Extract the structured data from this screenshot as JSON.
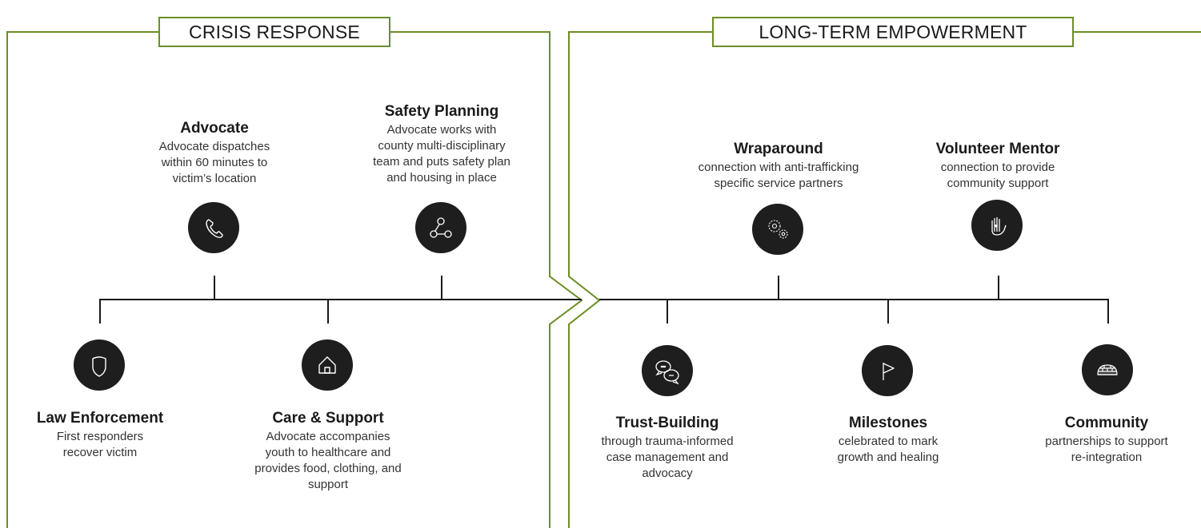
{
  "colors": {
    "frame": "#6b8e23",
    "line": "#1a1a1a",
    "icon_bg": "#1e1e1e",
    "icon_stroke": "#ffffff"
  },
  "sections": {
    "crisis": {
      "title": "CRISIS RESPONSE"
    },
    "empowerment": {
      "title": "LONG-TERM EMPOWERMENT"
    }
  },
  "items": {
    "law": {
      "title": "Law Enforcement",
      "desc": "First responders\nrecover victim",
      "icon": "shield-icon"
    },
    "advocate": {
      "title": "Advocate",
      "desc": "Advocate dispatches\nwithin 60 minutes to\nvictim’s location",
      "icon": "phone-icon"
    },
    "care": {
      "title": "Care & Support",
      "desc": "Advocate accompanies\nyouth to healthcare and\nprovides food, clothing, and\nsupport",
      "icon": "house-icon"
    },
    "safety": {
      "title": "Safety Planning",
      "desc": "Advocate works with\ncounty multi-disciplinary\nteam and puts safety plan\nand housing in place",
      "icon": "network-icon"
    },
    "trust": {
      "title": "Trust-Building",
      "desc": "through trauma-informed\ncase management and\nadvocacy",
      "icon": "chat-bubbles-icon"
    },
    "wrap": {
      "title": "Wraparound",
      "desc": "connection with anti-trafficking\nspecific service partners",
      "icon": "gears-icon"
    },
    "milestones": {
      "title": "Milestones",
      "desc": "celebrated to mark\ngrowth and healing",
      "icon": "flag-icon"
    },
    "mentor": {
      "title": "Volunteer Mentor",
      "desc": "connection to provide\ncommunity support",
      "icon": "hand-heart-icon"
    },
    "community": {
      "title": "Community",
      "desc": "partnerships to support\nre-integration",
      "icon": "igloo-icon"
    }
  }
}
